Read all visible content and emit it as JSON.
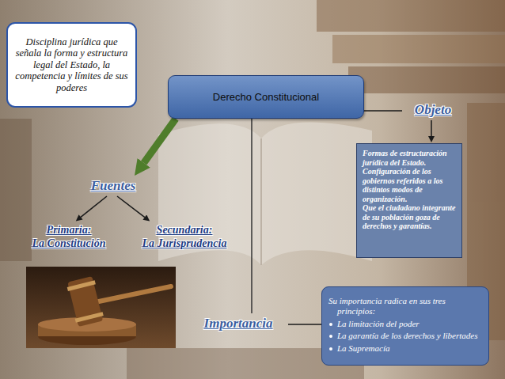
{
  "diagram": {
    "nodes": [
      {
        "text": [
          "Disciplina jurídica que señala la forma y estructura legal del Estado, la competencia y límites de sus poderes"
        ]
      },
      {
        "text": [
          "Derecho Constitucional"
        ]
      },
      {
        "text": [
          "Objeto"
        ]
      },
      {
        "text": [
          "Formas de estructuración jurídica del Estado. Configuración de los gobiernos referidos a los distintos modos de organización.",
          "Que el ciudadano integrante de su población goza de derechos y garantías."
        ]
      },
      {
        "text": [
          "Fuentes"
        ]
      },
      {
        "text": [
          "Primaria:",
          "La Constitución"
        ]
      },
      {
        "text": [
          "Secundaria:",
          "La Jurisprudencia"
        ]
      },
      {
        "text": [
          "Importancia"
        ]
      },
      {
        "text": [
          "Su importancia radica en sus tres principios:",
          "La limitación del poder",
          "La garantía de los derechos y libertades",
          "La Supremacía"
        ]
      }
    ],
    "edges": [
      {
        "from": 1,
        "to": 4,
        "arrow": "to"
      },
      {
        "from": 4,
        "to": 5,
        "arrow": "to"
      },
      {
        "from": 4,
        "to": 6,
        "arrow": "to"
      },
      {
        "from": 1,
        "to": 2,
        "arrow": "none"
      },
      {
        "from": 2,
        "to": 3,
        "arrow": "to"
      },
      {
        "from": 1,
        "to": 7,
        "arrow": "none"
      },
      {
        "from": 7,
        "to": 8,
        "arrow": "none"
      }
    ]
  }
}
